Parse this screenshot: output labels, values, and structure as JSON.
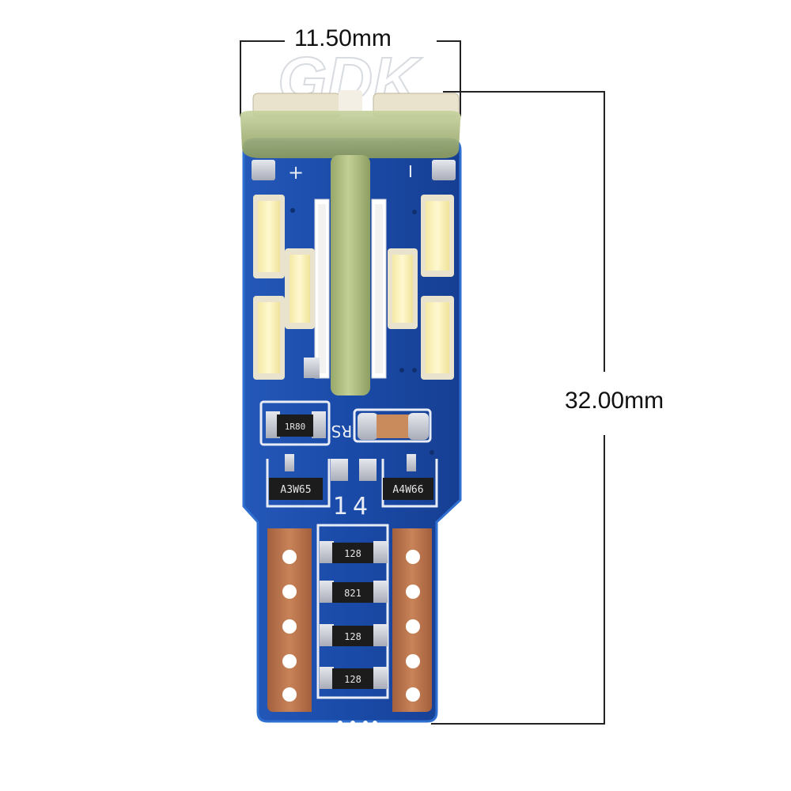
{
  "dimensions": {
    "width": "11.50mm",
    "height": "32.00mm"
  },
  "watermark": "GDK",
  "pcb": {
    "polarity_plus": "+",
    "polarity_minus": "I",
    "silkscreen_rs": "RS",
    "silkscreen_number": "14",
    "components": {
      "top_resistor": "1R80",
      "left_transistor": "A3W65",
      "right_transistor": "A4W66",
      "stem_resistors": [
        "128",
        "821",
        "128",
        "128"
      ]
    }
  },
  "colors": {
    "pcb_blue": "#1a4aa8",
    "pcb_edge": "#2f6fd0",
    "copper": "#b8704a",
    "led_light": "#fff4b8",
    "led_rim": "#e9e2cc",
    "stem": "#b7c48a",
    "chip": "#1c1c1c"
  }
}
